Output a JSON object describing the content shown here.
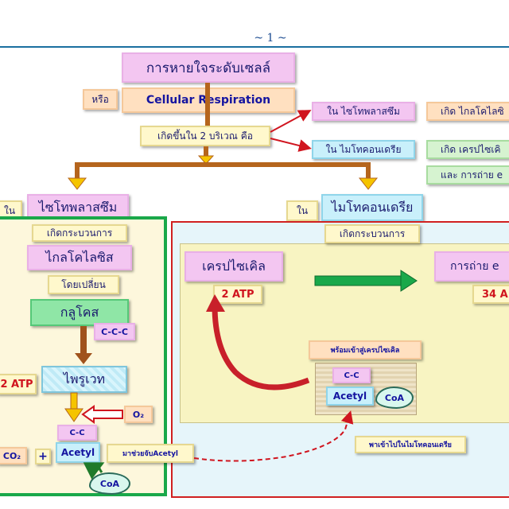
{
  "page_number": "~ 1 ~",
  "title": "การหายใจระดับเซลล์",
  "or_label": "หรือ",
  "english_title": "Cellular  Respiration",
  "occurs_label": "เกิดขึ้นใน 2 บริเวณ คือ",
  "right_notes": {
    "in_cytoplasm": "ใน ไซโทพลาสซึม",
    "in_mitochondria": "ใน ไมโทคอนเดรีย",
    "glycolysis_note": "เกิด ไกลโคไลซิ",
    "krebs_note": "เกิด เครปไซเคิ",
    "electron_note": "และ การถ่าย e"
  },
  "left": {
    "in_label": "ใน",
    "region": "ไซโทพลาสซึม",
    "process_label": "เกิดกระบวนการ",
    "process": "ไกลโคไลซิส",
    "by_changing": "โดยเปลี่ยน",
    "glucose": "กลูโคส",
    "c3": "C-C-C",
    "atp": "2 ATP",
    "pyruvate": "ไพรูเวท",
    "o2": "O₂",
    "c2": "C-C",
    "co2": "CO₂",
    "plus": "+",
    "acetyl": "Acetyl",
    "combine_note": "มาช่วยจับAcetyl",
    "coa": "CoA"
  },
  "right": {
    "in_label": "ใน",
    "region": "ไมโทคอนเดรีย",
    "process_label": "เกิดกระบวนการ",
    "krebs": "เครปไซเคิล",
    "krebs_atp": "2 ATP",
    "electron_transport": "การถ่าย e",
    "electron_atp": "34 A",
    "ready_label": "พร้อมเข้าสู่เครปไซเคิล",
    "c2": "C-C",
    "acetyl": "Acetyl",
    "coa": "CoA",
    "enter_note": "พาเข้าไปในไมโทคอนเดรีย"
  },
  "colors": {
    "arrow_red": "#d0151f",
    "arrow_green": "#1f7a2a",
    "arrow_gold": "#f5c400",
    "panel_left_border": "#1aa84a",
    "panel_right_border": "#d02020"
  }
}
